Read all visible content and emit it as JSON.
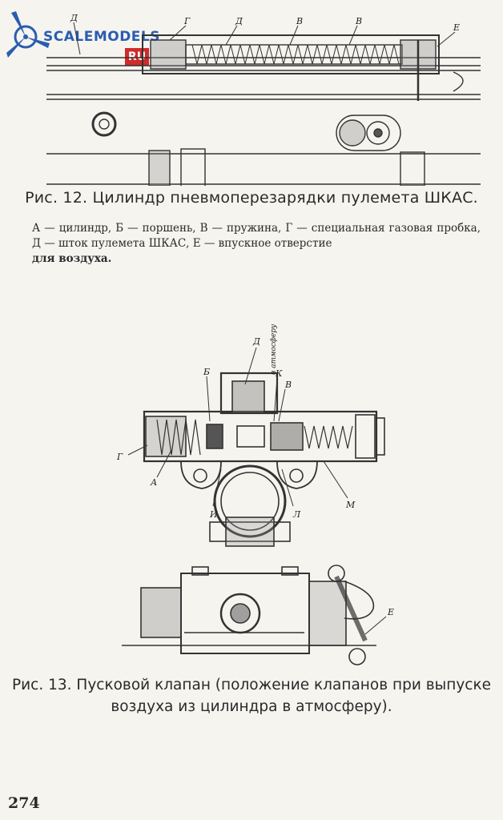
{
  "watermark": {
    "text": "SCALEMODELS",
    "badge": "RU",
    "icon": "propeller-star-icon"
  },
  "figure12": {
    "labels": [
      "Д",
      "Г",
      "Д",
      "В",
      "В",
      "Е"
    ],
    "caption": "Рис. 12. Цилиндр пневмоперезарядки пулемета ШКАС.",
    "legend": "А — цилиндр, Б — поршень, В — пружина, Г — специальная газовая пробка, Д — шток пулемета ШКАС, Е — впускное отверстие",
    "legend_last": "для воздуха."
  },
  "figure13": {
    "labels": [
      "Д",
      "в атмосферу",
      "Б",
      "К",
      "В",
      "Г",
      "А",
      "И",
      "Л",
      "М",
      "Е"
    ],
    "caption_line1": "Рис. 13. Пусковой клапан (положение клапанов при выпуске",
    "caption_line2": "воздуха из цилиндра в атмосферу)."
  },
  "page_number": "274"
}
